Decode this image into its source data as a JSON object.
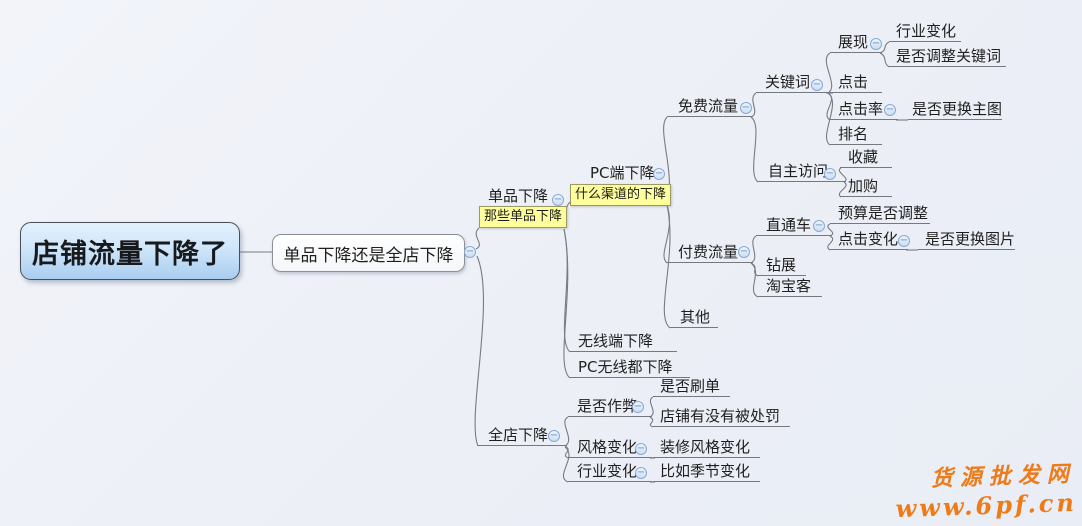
{
  "mindmap": {
    "topics": {
      "root": {
        "label": "店铺流量下降了",
        "children": [
          "question"
        ]
      },
      "question": {
        "label": "单品下降还是全店下降",
        "children": [
          "danpin",
          "quandian"
        ]
      },
      "danpin": {
        "label": "单品下降",
        "note": "那些单品下降",
        "children": [
          "pc_drop",
          "wuxian",
          "pc_wuxian"
        ]
      },
      "pc_drop": {
        "label": "PC端下降",
        "note": "什么渠道的下降",
        "children": [
          "mianfei",
          "fufei",
          "qita"
        ]
      },
      "mianfei": {
        "label": "免费流量",
        "children": [
          "guanjianci",
          "zizhu"
        ]
      },
      "guanjianci": {
        "label": "关键词",
        "children": [
          "zhanxian",
          "dianji",
          "dianjilv",
          "paiming"
        ]
      },
      "zhanxian": {
        "label": "展现",
        "children": [
          "hangye1",
          "tiaozheng_gjc"
        ]
      },
      "hangye1": {
        "label": "行业变化"
      },
      "tiaozheng_gjc": {
        "label": "是否调整关键词"
      },
      "dianji": {
        "label": "点击"
      },
      "dianjilv": {
        "label": "点击率",
        "children": [
          "genghuan_zhutu"
        ]
      },
      "genghuan_zhutu": {
        "label": "是否更换主图"
      },
      "paiming": {
        "label": "排名"
      },
      "zizhu": {
        "label": "自主访问",
        "children": [
          "shoucang",
          "jiagou"
        ]
      },
      "shoucang": {
        "label": "收藏"
      },
      "jiagou": {
        "label": "加购"
      },
      "fufei": {
        "label": "付费流量",
        "children": [
          "zhitongche",
          "zuanzhan",
          "taobaoke"
        ]
      },
      "zhitongche": {
        "label": "直通车",
        "children": [
          "yusuan",
          "dianji_bianhua"
        ]
      },
      "yusuan": {
        "label": "预算是否调整"
      },
      "dianji_bianhua": {
        "label": "点击变化",
        "children": [
          "genghuan_tupian"
        ]
      },
      "genghuan_tupian": {
        "label": "是否更换图片"
      },
      "zuanzhan": {
        "label": "钻展"
      },
      "taobaoke": {
        "label": "淘宝客"
      },
      "qita": {
        "label": "其他"
      },
      "wuxian": {
        "label": "无线端下降"
      },
      "pc_wuxian": {
        "label": "PC无线都下降"
      },
      "quandian": {
        "label": "全店下降",
        "children": [
          "shifou_zuobi",
          "fengge",
          "hangye2"
        ]
      },
      "shifou_zuobi": {
        "label": "是否作弊",
        "children": [
          "shua_dan",
          "chufa"
        ]
      },
      "shua_dan": {
        "label": "是否刷单"
      },
      "chufa": {
        "label": "店铺有没有被处罚"
      },
      "fengge": {
        "label": "风格变化",
        "children": [
          "zhuangxiu"
        ]
      },
      "zhuangxiu": {
        "label": "装修风格变化"
      },
      "hangye2": {
        "label": "行业变化",
        "children": [
          "jijie"
        ]
      },
      "jijie": {
        "label": "比如季节变化"
      }
    }
  },
  "icons": {
    "collapse": "−"
  },
  "watermark": {
    "line1": "货源批发网",
    "line2": "www.6pf.cn",
    "color": "#ee7a18"
  },
  "colors": {
    "background": "#edf0f6",
    "root_fill_top": "#e3f1fd",
    "root_fill_bottom": "#a9cdf0",
    "note_fill": "#feff9c",
    "note_border": "#9a9a66",
    "line": "#777c82",
    "collapse_fill": "#d8e6f7",
    "collapse_border": "#87a9d8"
  }
}
